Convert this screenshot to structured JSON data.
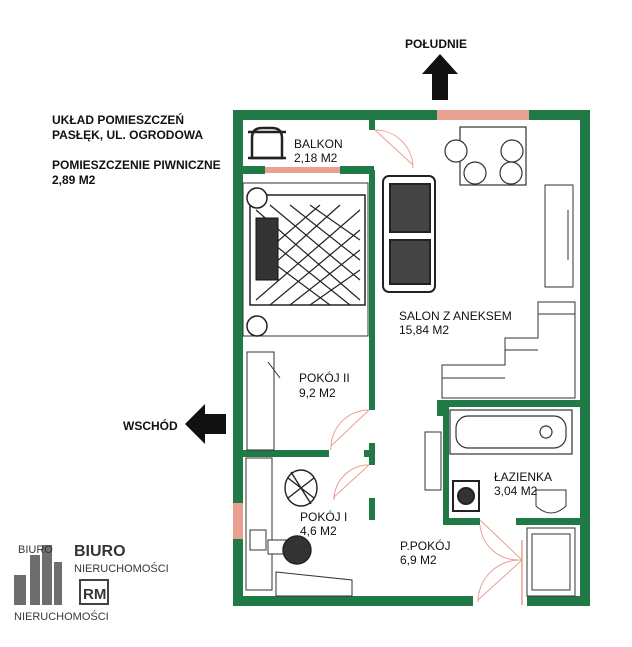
{
  "header": {
    "line1": "UKŁAD POMIESZCZEŃ",
    "line2": "PASŁĘK, UL. OGRODOWA",
    "line3": "POMIESZCZENIE PIWNICZNE",
    "line4": "2,89 M2"
  },
  "compass": {
    "south": "POŁUDNIE",
    "east": "WSCHÓD"
  },
  "rooms": {
    "balkon": {
      "name": "BALKON",
      "area": "2,18 M2"
    },
    "salon": {
      "name": "SALON Z ANEKSEM",
      "area": "15,84 M2"
    },
    "pokoj2": {
      "name": "POKÓJ II",
      "area": "9,2 M2"
    },
    "lazienka": {
      "name": "ŁAZIENKA",
      "area": "3,04 M2"
    },
    "pokoj1": {
      "name": "POKÓJ I",
      "area": "4,6 M2"
    },
    "ppokoj": {
      "name": "P.POKÓJ",
      "area": "6,9 M2"
    }
  },
  "logo": {
    "small_top": "BIURO",
    "brand_big": "BIURO",
    "brand_small": "NIERUCHOMOŚCI",
    "mark": "RM",
    "bottom": "NIERUCHOMOŚCI"
  },
  "colors": {
    "wall": "#1f7a45",
    "window": "#e8a090",
    "furniture": "#333333",
    "brand": "#5a8fb0"
  }
}
